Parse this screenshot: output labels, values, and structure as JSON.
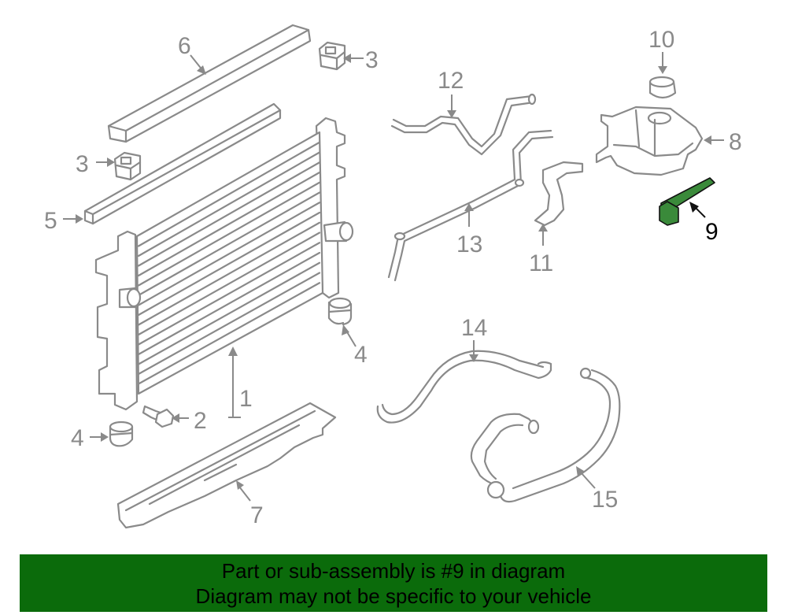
{
  "callouts": {
    "c1": "1",
    "c2": "2",
    "c3a": "3",
    "c3b": "3",
    "c4a": "4",
    "c4b": "4",
    "c5": "5",
    "c6": "6",
    "c7": "7",
    "c8": "8",
    "c9": "9",
    "c10": "10",
    "c11": "11",
    "c12": "12",
    "c13": "13",
    "c14": "14",
    "c15": "15"
  },
  "banner": {
    "line1": "Part or sub-assembly is #9 in diagram",
    "line2": "Diagram may not be specific to your vehicle"
  },
  "colors": {
    "highlight": "#3a8a3a",
    "banner": "#0b6b0b",
    "line": "#8a8a8a"
  }
}
